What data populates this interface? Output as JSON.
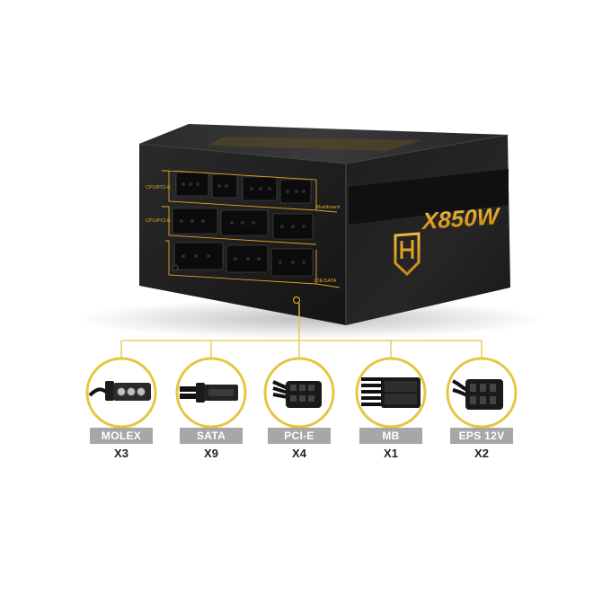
{
  "product": {
    "brand_logo": "nox-hummer-shield-logo",
    "model_text": "X850W",
    "panel_labels": {
      "cpu_pcie_top": "CPU/PCI-E",
      "cpu_pcie_mid": "CPU/PCI-E",
      "mainboard": "Mainboard",
      "ide_sata": "IDE/SATA"
    },
    "accent_color": "#e2a324",
    "callout_line_color": "#e6c640",
    "body_color": "#1d1d1d"
  },
  "connectors": [
    {
      "label": "MOLEX",
      "count": "X3",
      "icon": "molex-connector-icon"
    },
    {
      "label": "SATA",
      "count": "X9",
      "icon": "sata-connector-icon"
    },
    {
      "label": "PCI-E",
      "count": "X4",
      "icon": "pcie-connector-icon"
    },
    {
      "label": "MB",
      "count": "X1",
      "icon": "mb-connector-icon"
    },
    {
      "label": "EPS 12V",
      "count": "X2",
      "icon": "eps12v-connector-icon"
    }
  ]
}
